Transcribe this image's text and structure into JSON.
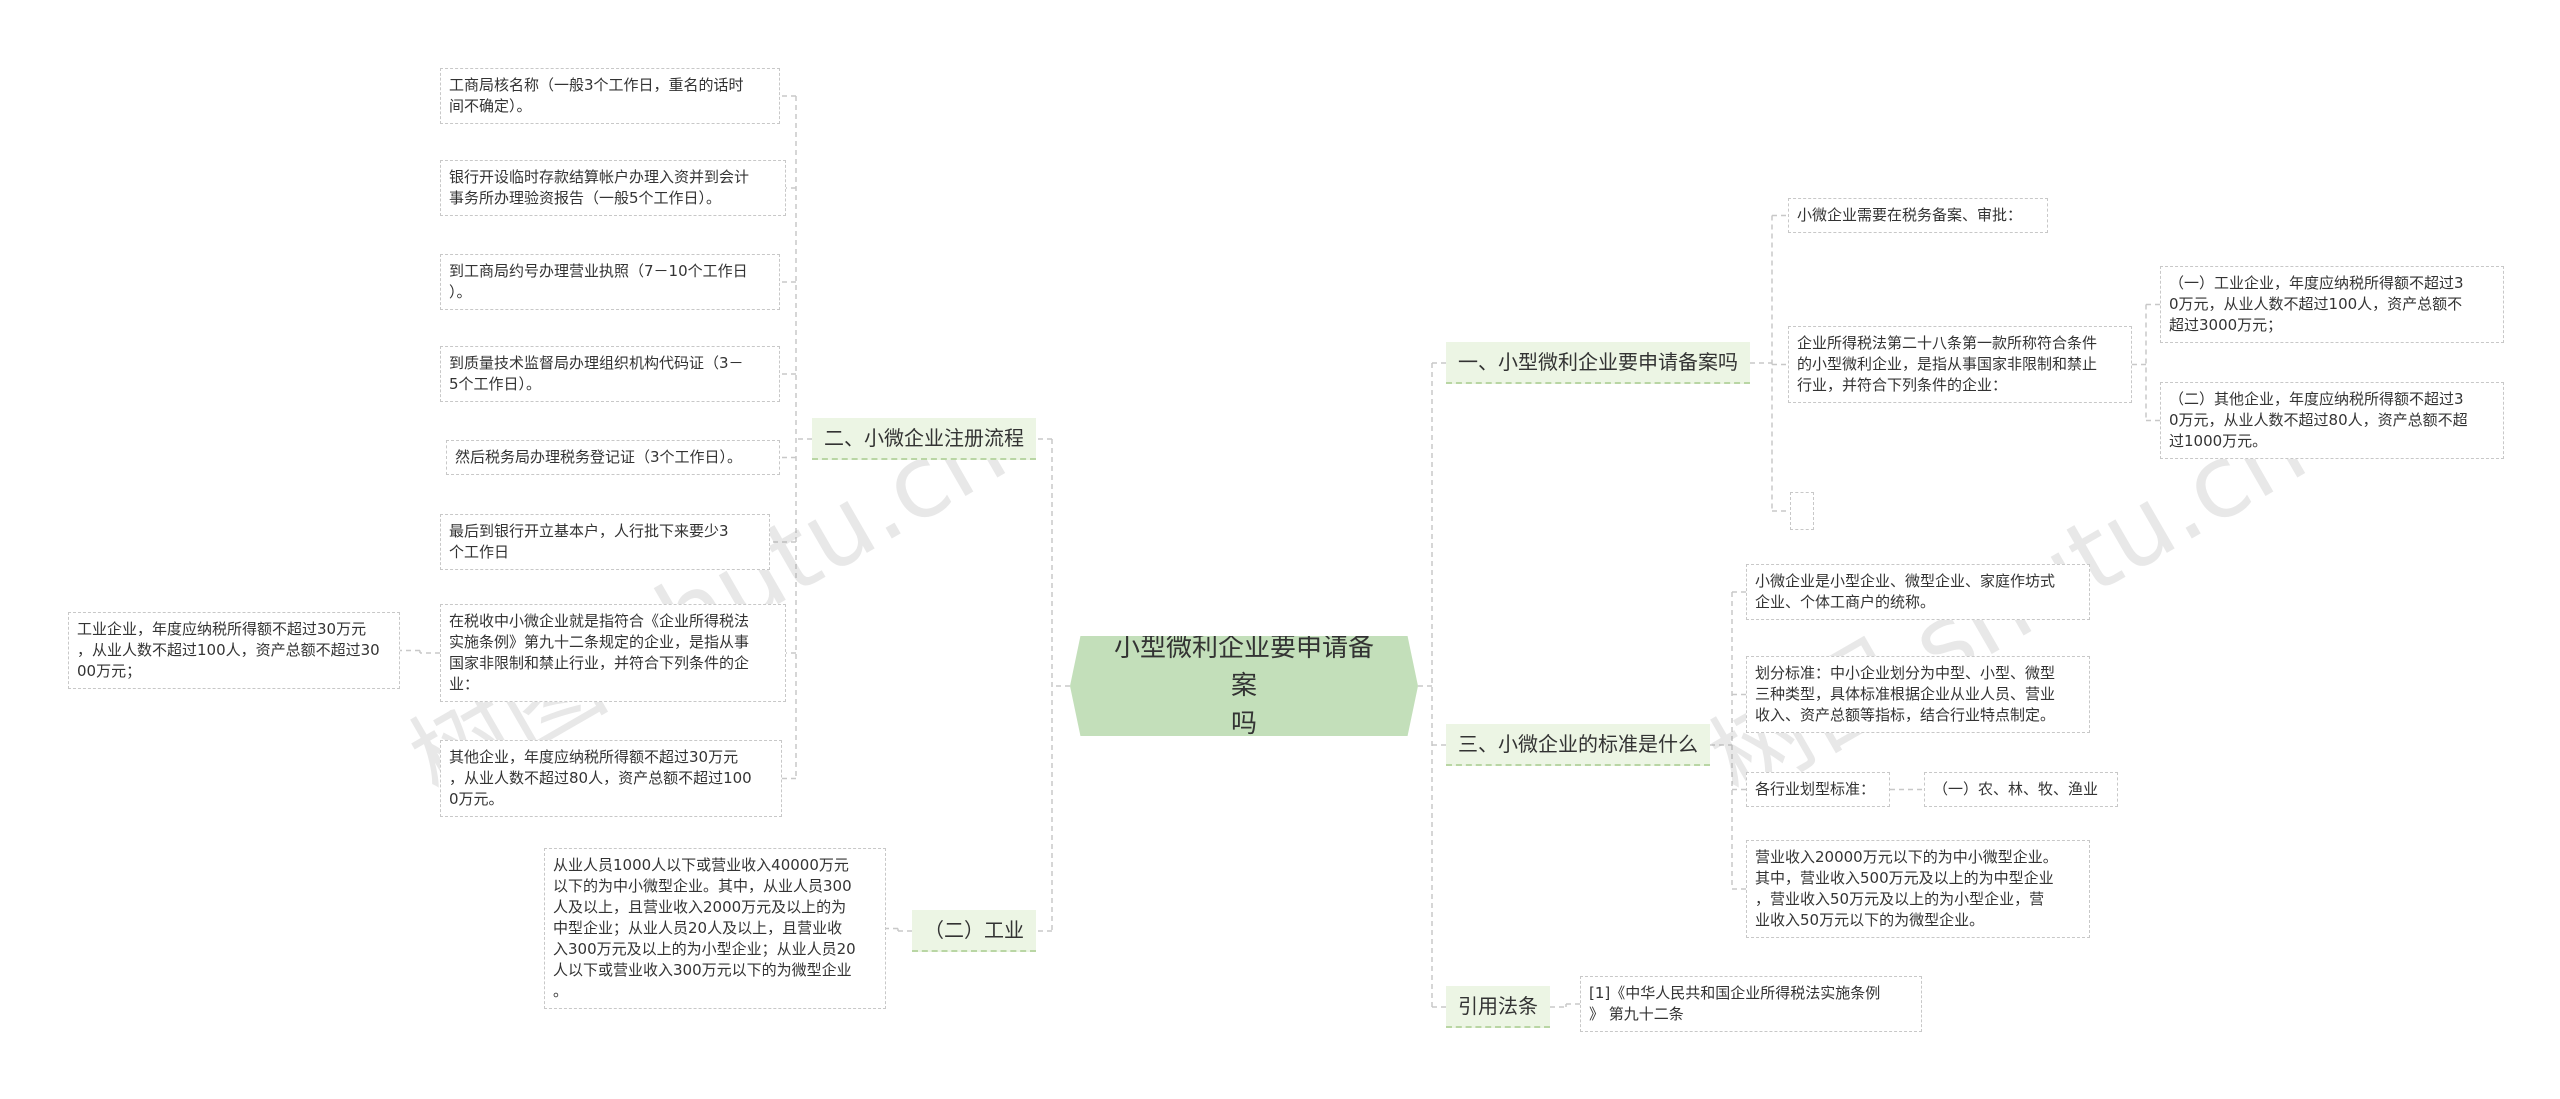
{
  "root": {
    "text": "小型微利企业要申请备案\n吗"
  },
  "left": {
    "branch_process": {
      "label": "二、小微企业注册流程",
      "items": [
        "工商局核名称（一般3个工作日，重名的话时\n间不确定）。",
        "银行开设临时存款结算帐户办理入资并到会计\n事务所办理验资报告（一般5个工作日）。",
        "到工商局约号办理营业执照（7－10个工作日\n）。",
        "到质量技术监督局办理组织机构代码证（3－\n5个工作日）。",
        "然后税务局办理税务登记证（3个工作日）。",
        "最后到银行开立基本户，人行批下来要少3\n个工作日",
        "在税收中小微企业就是指符合《企业所得税法\n实施条例》第九十二条规定的企业，是指从事\n国家非限制和禁止行业，并符合下列条件的企\n业：",
        "其他企业，年度应纳税所得额不超过30万元\n，从业人数不超过80人，资产总额不超过100\n0万元。"
      ],
      "sub_leaf": "工业企业，年度应纳税所得额不超过30万元\n，从业人数不超过100人，资产总额不超过30\n00万元；"
    },
    "branch_industry": {
      "label": "（二）工业",
      "text": "从业人员1000人以下或营业收入40000万元\n以下的为中小微型企业。其中，从业人员300\n人及以上，且营业收入2000万元及以上的为\n中型企业；从业人员20人及以上，且营业收\n入300万元及以上的为小型企业；从业人员20\n人以下或营业收入300万元以下的为微型企业\n。"
    }
  },
  "right": {
    "branch_filing": {
      "label": "一、小型微利企业要申请备案吗",
      "items": [
        "小微企业需要在税务备案、审批：",
        "企业所得税法第二十八条第一款所称符合条件\n的小型微利企业，是指从事国家非限制和禁止\n行业，并符合下列条件的企业："
      ],
      "sub_items": [
        "（一）工业企业，年度应纳税所得额不超过3\n0万元，从业人数不超过100人，资产总额不\n超过3000万元；",
        "（二）其他企业，年度应纳税所得额不超过3\n0万元，从业人数不超过80人，资产总额不超\n过1000万元。"
      ]
    },
    "branch_standard": {
      "label": "三、小微企业的标准是什么",
      "items": [
        "小微企业是小型企业、微型企业、家庭作坊式\n企业、个体工商户的统称。",
        "划分标准：中小企业划分为中型、小型、微型\n三种类型，具体标准根据企业从业人员、营业\n收入、资产总额等指标，结合行业特点制定。",
        "各行业划型标准：",
        "营业收入20000万元以下的为中小微型企业。\n其中，营业收入500万元及以上的为中型企业\n，营业收入50万元及以上的为小型企业，营\n业收入50万元以下的为微型企业。"
      ],
      "sub_item": "（一）农、林、牧、渔业"
    },
    "branch_law": {
      "label": "引用法条",
      "text": "[1]《中华人民共和国企业所得税法实施条例\n》 第九十二条"
    }
  },
  "watermark": "树图 shutu.cn",
  "colors": {
    "root_fill": "#c3dfba",
    "branch_fill": "#ecf5e4",
    "line": "#c8c8c8"
  }
}
